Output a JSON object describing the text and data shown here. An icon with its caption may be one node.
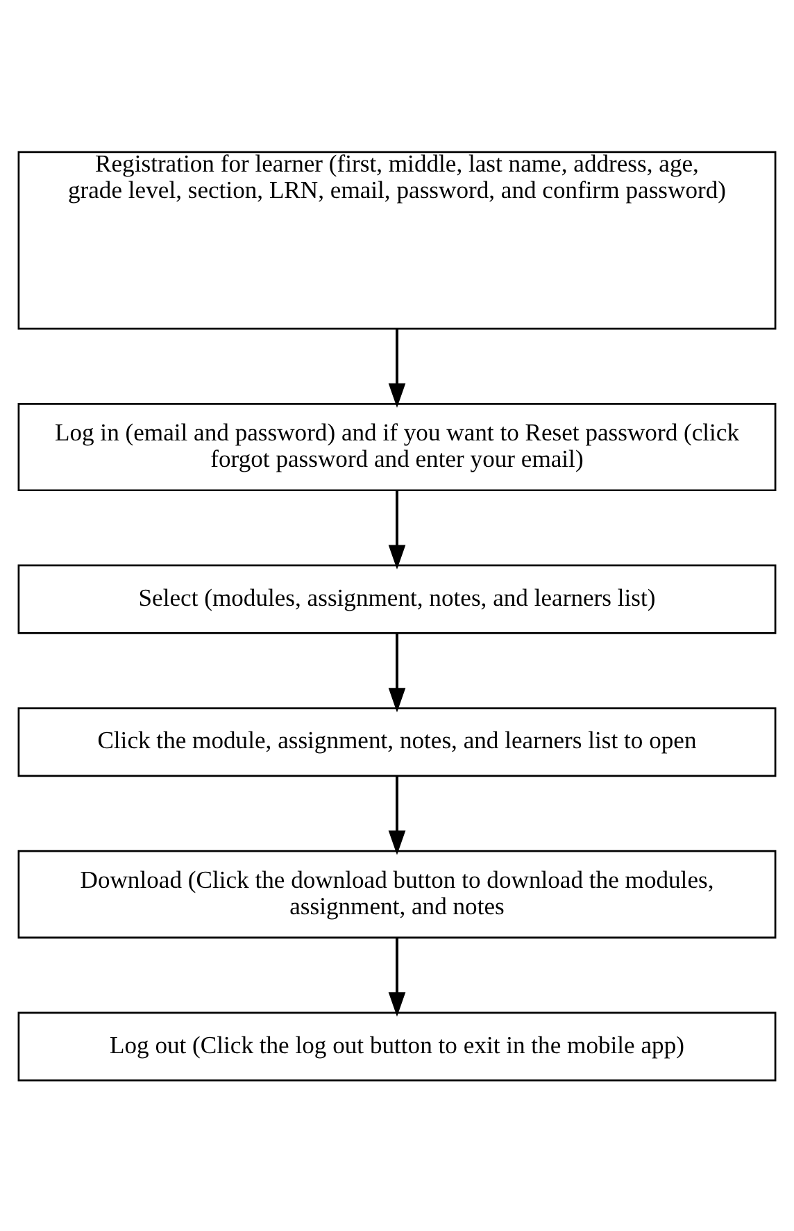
{
  "diagram": {
    "nodes": [
      {
        "text": [
          "Registration for learner (first, middle, last name, address, age, grade level, section, LRN, email, password, and confirm password)"
        ]
      },
      {
        "text": [
          "Log in (email and password) and if you want to Reset password (click forgot password and enter your email)"
        ]
      },
      {
        "text": [
          "Select (modules, assignment, notes, and learners list)"
        ]
      },
      {
        "text": [
          "Click the module, assignment, notes, and learners list to open"
        ]
      },
      {
        "text": [
          "Download (Click the download button to download the modules, assignment, and notes"
        ]
      },
      {
        "text": [
          "Log out (Click the log out button to exit in the mobile app)"
        ]
      }
    ],
    "edges": [
      {
        "from": 0,
        "to": 1,
        "arrow": "to"
      },
      {
        "from": 1,
        "to": 2,
        "arrow": "to"
      },
      {
        "from": 2,
        "to": 3,
        "arrow": "to"
      },
      {
        "from": 3,
        "to": 4,
        "arrow": "to"
      },
      {
        "from": 4,
        "to": 5,
        "arrow": "to"
      }
    ]
  }
}
